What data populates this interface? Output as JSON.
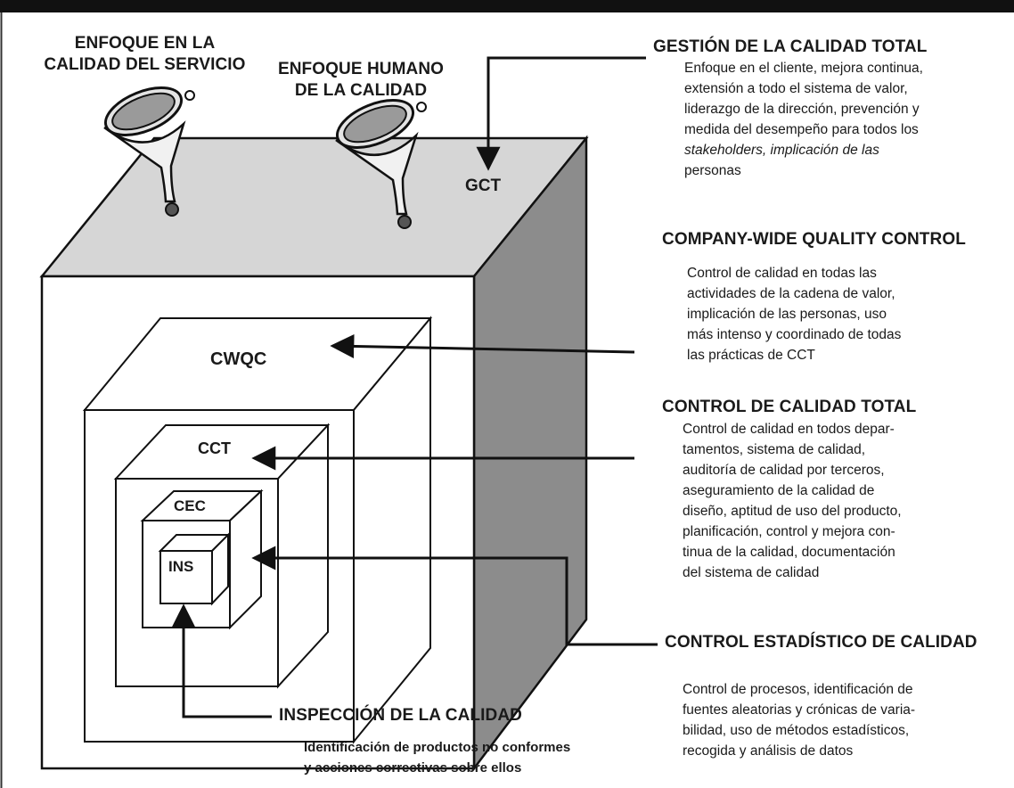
{
  "funnels": {
    "service_label": [
      "ENFOQUE EN LA",
      "CALIDAD DEL SERVICIO"
    ],
    "human_label": [
      "ENFOQUE HUMANO",
      "DE LA CALIDAD"
    ]
  },
  "cube_labels": {
    "gct": "GCT",
    "cwqc": "CWQC",
    "cct": "CCT",
    "cec": "CEC",
    "ins": "INS"
  },
  "sections": {
    "gct": {
      "title": "GESTIÓN DE LA CALIDAD TOTAL",
      "lines": [
        "Enfoque en el cliente, mejora continua,",
        "extensión a todo el sistema de valor,",
        "liderazgo de la dirección, prevención y",
        "medida del desempeño para todos los",
        "stakeholders, implicación de las",
        "personas"
      ]
    },
    "cwqc": {
      "title": "COMPANY-WIDE QUALITY CONTROL",
      "lines": [
        "Control de calidad en todas las",
        "actividades de la cadena de valor,",
        "implicación de las personas, uso",
        "más intenso y coordinado de todas",
        "las prácticas de CCT"
      ]
    },
    "cct": {
      "title": "CONTROL DE CALIDAD TOTAL",
      "lines": [
        "Control de calidad en todos depar-",
        "tamentos, sistema de calidad,",
        "auditoría de calidad por terceros,",
        "aseguramiento de la calidad de",
        "diseño, aptitud de uso del producto,",
        "planificación, control y mejora con-",
        "tinua de la calidad, documentación",
        "del sistema de calidad"
      ]
    },
    "cec": {
      "title": "CONTROL ESTADÍSTICO DE CALIDAD",
      "lines": [
        "Control de procesos, identificación de",
        "fuentes aleatorias y crónicas de varia-",
        "bilidad, uso de métodos estadísticos,",
        "recogida y análisis de datos"
      ]
    },
    "ins": {
      "title": "INSPECCIÓN DE LA CALIDAD",
      "lines": [
        "Identificación de productos no conformes",
        "y acciones correctivas sobre ellos"
      ]
    }
  }
}
